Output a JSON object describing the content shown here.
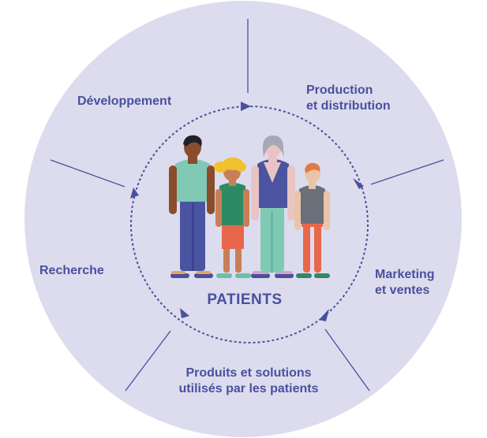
{
  "diagram": {
    "center_label": "PATIENTS",
    "stages": {
      "development": "Développement",
      "production": [
        "Production",
        "et distribution"
      ],
      "marketing": [
        "Marketing",
        "et ventes"
      ],
      "products": [
        "Produits et solutions",
        "utilisés par les patients"
      ],
      "research": "Recherche"
    },
    "icons": [
      "patients-family-illustration",
      "cycle-arrow-icon"
    ],
    "colors": {
      "background_circle": "#dcdcee",
      "text": "#4a4f9e",
      "lines": "#4a4f9e"
    }
  }
}
